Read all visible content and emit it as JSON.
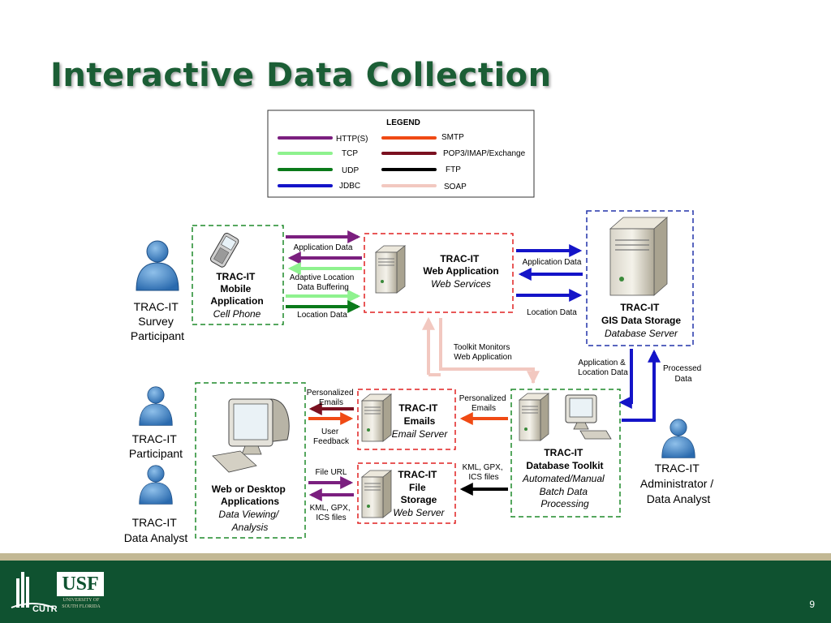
{
  "title": "Interactive Data Collection",
  "legend": {
    "heading": "LEGEND",
    "items": [
      {
        "label": "HTTP(S)",
        "color": "#7b1f7f"
      },
      {
        "label": "TCP",
        "color": "#8ef28e"
      },
      {
        "label": "UDP",
        "color": "#0a7a1a"
      },
      {
        "label": "JDBC",
        "color": "#1414c8"
      },
      {
        "label": "SMTP",
        "color": "#f04a14"
      },
      {
        "label": "POP3/IMAP/Exchange",
        "color": "#7a1020"
      },
      {
        "label": "FTP",
        "color": "#000000"
      },
      {
        "label": "SOAP",
        "color": "#f2c8c0"
      }
    ]
  },
  "actors": {
    "survey": [
      "TRAC-IT",
      "Survey",
      "Participant"
    ],
    "participant": [
      "TRAC-IT",
      "Participant"
    ],
    "analyst": [
      "TRAC-IT",
      "Data Analyst"
    ],
    "admin": [
      "TRAC-IT",
      "Administrator /",
      "Data Analyst"
    ]
  },
  "nodes": {
    "mobile": {
      "lines": [
        "TRAC-IT",
        "Mobile",
        "Application"
      ],
      "subtitle": "Cell Phone"
    },
    "webapp": {
      "lines": [
        "TRAC-IT",
        "Web Application"
      ],
      "subtitle": "Web Services"
    },
    "gis": {
      "lines": [
        "TRAC-IT",
        "GIS Data Storage"
      ],
      "subtitle": "Database Server"
    },
    "emails": {
      "lines": [
        "TRAC-IT",
        "Emails"
      ],
      "subtitle": "Email Server"
    },
    "file": {
      "lines": [
        "TRAC-IT",
        "File",
        "Storage"
      ],
      "subtitle": "Web Server"
    },
    "toolkit": {
      "lines": [
        "TRAC-IT",
        "Database Toolkit"
      ],
      "subtitle": [
        "Automated/Manual",
        "Batch Data",
        "Processing"
      ]
    },
    "desktop": {
      "lines": [
        "Web or Desktop",
        "Applications"
      ],
      "subtitle": [
        "Data Viewing/",
        "Analysis"
      ]
    }
  },
  "labels": {
    "app_data_1": "Application Data",
    "adaptive": [
      "Adaptive Location",
      "Data Buffering"
    ],
    "location_data_1": "Location Data",
    "app_data_2": "Application Data",
    "location_data_2": "Location Data",
    "toolkit_monitors": [
      "Toolkit Monitors",
      "Web Application"
    ],
    "app_loc": [
      "Application &",
      "Location Data"
    ],
    "processed": [
      "Processed",
      "Data"
    ],
    "pers_emails_1": [
      "Personalized",
      "Emails"
    ],
    "user_feedback": [
      "User",
      "Feedback"
    ],
    "pers_emails_2": [
      "Personalized",
      "Emails"
    ],
    "file_url": "File URL",
    "kml_1": [
      "KML, GPX,",
      "ICS files"
    ],
    "kml_2": [
      "KML, GPX,",
      "ICS files"
    ]
  },
  "footer": {
    "page_number": "9",
    "cutr": "CUTR",
    "usf": "USF",
    "usf_sub": [
      "UNIVERSITY OF",
      "SOUTH FLORIDA"
    ]
  }
}
